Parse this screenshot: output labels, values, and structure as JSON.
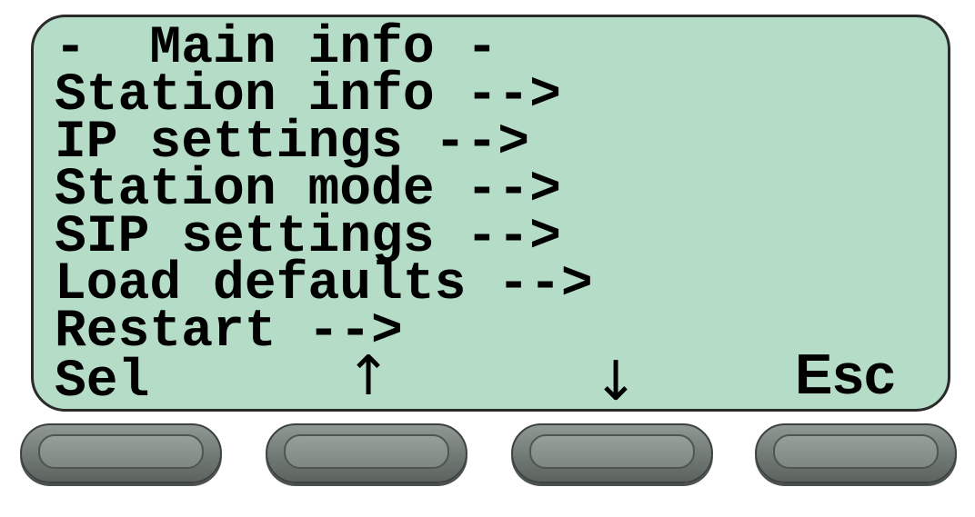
{
  "screen": {
    "background_color": "#b5dcc6",
    "menu_lines": [
      "-  Main info -",
      "Station info -->",
      "IP settings -->",
      "Station mode -->",
      "SIP settings -->",
      "Load defaults -->",
      "Restart -->"
    ],
    "softkey_labels": {
      "sel": "Sel",
      "up": "↑",
      "down": "↓",
      "esc": "Esc"
    }
  },
  "buttons": {
    "color": "#7a837e",
    "names": [
      "softkey-1-button",
      "softkey-2-button",
      "softkey-3-button",
      "softkey-4-button"
    ]
  }
}
